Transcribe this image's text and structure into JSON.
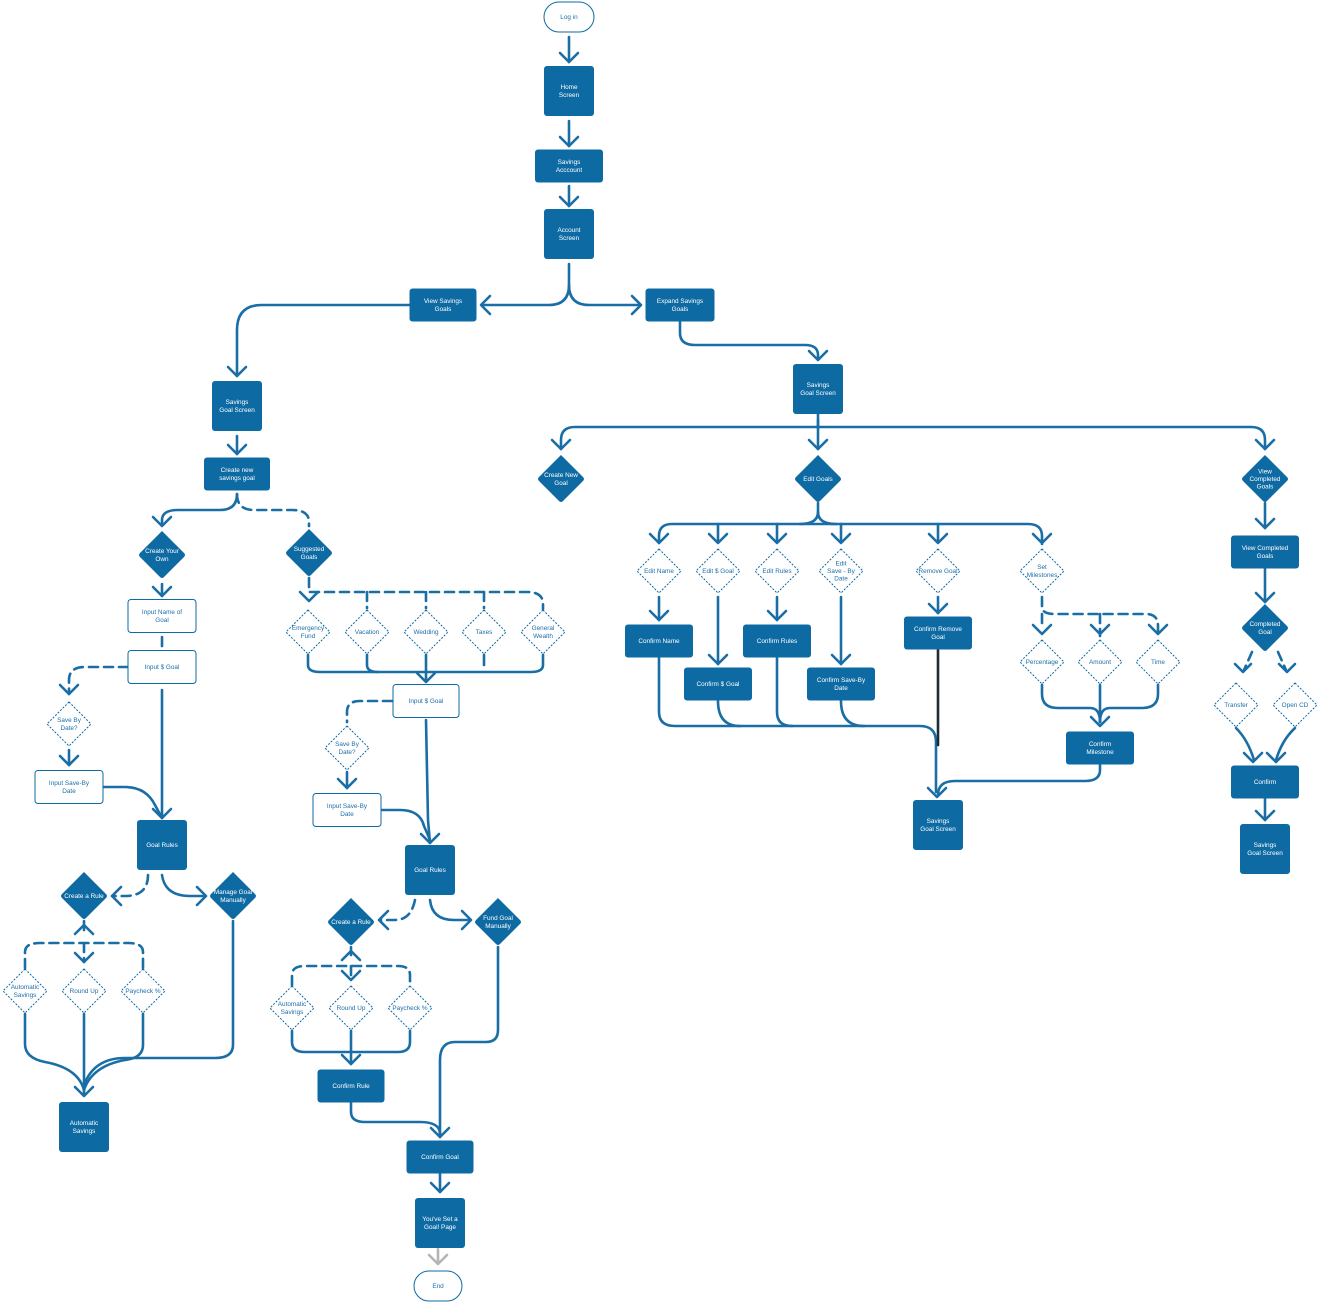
{
  "colors": {
    "primary": "#0d6aa3",
    "edge": "#1a6ea6",
    "dark_edge": "#1d2b36",
    "grey_edge": "#b5b5b5",
    "white": "#ffffff"
  },
  "nodes": [
    {
      "id": "login",
      "label": "Log in",
      "shape": "terminal"
    },
    {
      "id": "home",
      "label": "Home\nScreen",
      "shape": "process"
    },
    {
      "id": "savings_account",
      "label": "Savings\nAcccount",
      "shape": "process"
    },
    {
      "id": "account_screen",
      "label": "Account\nScreen",
      "shape": "process"
    },
    {
      "id": "view_savings_goals",
      "label": "View Savings\nGoals",
      "shape": "process"
    },
    {
      "id": "expand_savings_goals",
      "label": "Expand Savings\nGoals",
      "shape": "process"
    },
    {
      "id": "left_savings_goal_screen",
      "label": "Savings\nGoal Screen",
      "shape": "process"
    },
    {
      "id": "create_new_savings_goal",
      "label": "Create new\nsavings goal",
      "shape": "process"
    },
    {
      "id": "create_your_own",
      "label": "Create Your\nOwn",
      "shape": "decision"
    },
    {
      "id": "suggested_goals",
      "label": "Suggested\nGoals",
      "shape": "decision"
    },
    {
      "id": "input_name",
      "label": "Input Name of\nGoal",
      "shape": "input"
    },
    {
      "id": "input_dollar_left",
      "label": "Input $ Goal",
      "shape": "input"
    },
    {
      "id": "save_by_date_left",
      "label": "Save By\nDate?",
      "shape": "option"
    },
    {
      "id": "input_save_by_left",
      "label": "Input Save-By\nDate",
      "shape": "input"
    },
    {
      "id": "goal_rules_left",
      "label": "Goal Rules",
      "shape": "process"
    },
    {
      "id": "create_rule_left",
      "label": "Create a Rule",
      "shape": "decision"
    },
    {
      "id": "manage_goal_manually",
      "label": "Manage Goal\nManually",
      "shape": "decision"
    },
    {
      "id": "auto_savings_opt_left",
      "label": "Automatic\nSavings",
      "shape": "option"
    },
    {
      "id": "round_up_left",
      "label": "Round Up",
      "shape": "option"
    },
    {
      "id": "paycheck_left",
      "label": "Paycheck %",
      "shape": "option"
    },
    {
      "id": "automatic_savings",
      "label": "Automatic\nSavings",
      "shape": "process"
    },
    {
      "id": "emergency_fund",
      "label": "Emergency\nFund",
      "shape": "option"
    },
    {
      "id": "vacation",
      "label": "Vacation",
      "shape": "option"
    },
    {
      "id": "wedding",
      "label": "Wedding",
      "shape": "option"
    },
    {
      "id": "taxes",
      "label": "Taxes",
      "shape": "option"
    },
    {
      "id": "general_wealth",
      "label": "General\nWealth",
      "shape": "option"
    },
    {
      "id": "input_dollar_mid",
      "label": "Input $ Goal",
      "shape": "input"
    },
    {
      "id": "save_by_date_mid",
      "label": "Save By\nDate?",
      "shape": "option"
    },
    {
      "id": "input_save_by_mid",
      "label": "Input Save-By\nDate",
      "shape": "input"
    },
    {
      "id": "goal_rules_mid",
      "label": "Goal Rules",
      "shape": "process"
    },
    {
      "id": "create_rule_mid",
      "label": "Create a Rule",
      "shape": "decision"
    },
    {
      "id": "fund_goal_manually",
      "label": "Fund Goal\nManually",
      "shape": "decision"
    },
    {
      "id": "auto_savings_opt_mid",
      "label": "Automatic\nSavings",
      "shape": "option"
    },
    {
      "id": "round_up_mid",
      "label": "Round Up",
      "shape": "option"
    },
    {
      "id": "paycheck_mid",
      "label": "Paycheck %",
      "shape": "option"
    },
    {
      "id": "confirm_rule",
      "label": "Confirm Rule",
      "shape": "process"
    },
    {
      "id": "confirm_goal",
      "label": "Confirm Goal",
      "shape": "process"
    },
    {
      "id": "youve_set_goal",
      "label": "You've Set a\nGoal! Page",
      "shape": "process"
    },
    {
      "id": "end",
      "label": "End",
      "shape": "terminal"
    },
    {
      "id": "right_savings_goal_screen",
      "label": "Savings\nGoal Screen",
      "shape": "process"
    },
    {
      "id": "create_new_goal",
      "label": "Create New\nGoal",
      "shape": "decision"
    },
    {
      "id": "edit_goals",
      "label": "Edit Goals",
      "shape": "decision"
    },
    {
      "id": "view_completed_goals_d",
      "label": "View\nCompleted\nGoals",
      "shape": "decision"
    },
    {
      "id": "edit_name",
      "label": "Edit Name",
      "shape": "option"
    },
    {
      "id": "edit_dollar_goal",
      "label": "Edit $ Goal",
      "shape": "option"
    },
    {
      "id": "edit_rules",
      "label": "Edit Rules",
      "shape": "option"
    },
    {
      "id": "edit_save_by",
      "label": "Edit\nSave - By\nDate",
      "shape": "option"
    },
    {
      "id": "remove_goal",
      "label": "Remove Goal",
      "shape": "option"
    },
    {
      "id": "set_milestones",
      "label": "Set\nMilestones",
      "shape": "option"
    },
    {
      "id": "confirm_name",
      "label": "Confirm Name",
      "shape": "process"
    },
    {
      "id": "confirm_dollar_goal",
      "label": "Confirm $ Goal",
      "shape": "process"
    },
    {
      "id": "confirm_rules",
      "label": "Confirm Rules",
      "shape": "process"
    },
    {
      "id": "confirm_save_by",
      "label": "Confirm Save-By\nDate",
      "shape": "process"
    },
    {
      "id": "confirm_remove_goal",
      "label": "Confirm Remove\nGoal",
      "shape": "process"
    },
    {
      "id": "percentage",
      "label": "Percentage",
      "shape": "option"
    },
    {
      "id": "amount",
      "label": "Amount",
      "shape": "option"
    },
    {
      "id": "time",
      "label": "Time",
      "shape": "option"
    },
    {
      "id": "confirm_milestone",
      "label": "Confirm\nMilestone",
      "shape": "process"
    },
    {
      "id": "savings_goal_screen_result",
      "label": "Savings\nGoal Screen",
      "shape": "process"
    },
    {
      "id": "view_completed_goals",
      "label": "View Completed\nGoals",
      "shape": "process"
    },
    {
      "id": "completed_goal",
      "label": "Completed\nGoal",
      "shape": "decision"
    },
    {
      "id": "transfer",
      "label": "Transfer",
      "shape": "option"
    },
    {
      "id": "open_cd",
      "label": "Open CD",
      "shape": "option"
    },
    {
      "id": "confirm_completed",
      "label": "Confirm",
      "shape": "process"
    },
    {
      "id": "savings_goal_screen_completed",
      "label": "Savings\nGoal Screen",
      "shape": "process"
    }
  ]
}
